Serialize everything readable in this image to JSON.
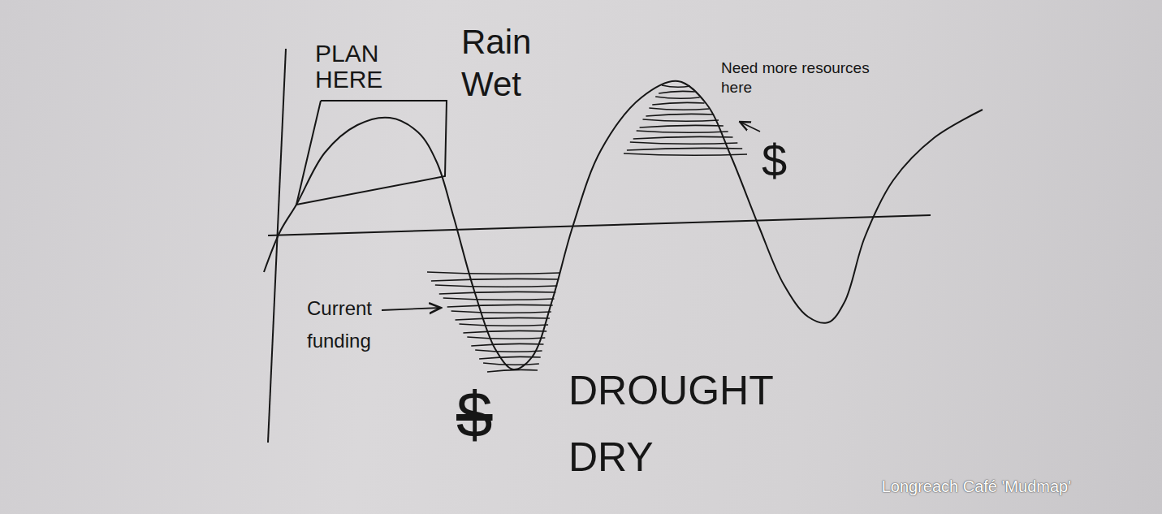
{
  "diagram": {
    "caption": "Longreach Café 'Mudmap'",
    "nodes": [
      {
        "text": [
          "PLAN HERE"
        ]
      }
    ],
    "labels": [
      "Rain Wet",
      "Need more resources here",
      "$",
      "Current funding",
      "$",
      "DROUGHT DRY"
    ]
  }
}
